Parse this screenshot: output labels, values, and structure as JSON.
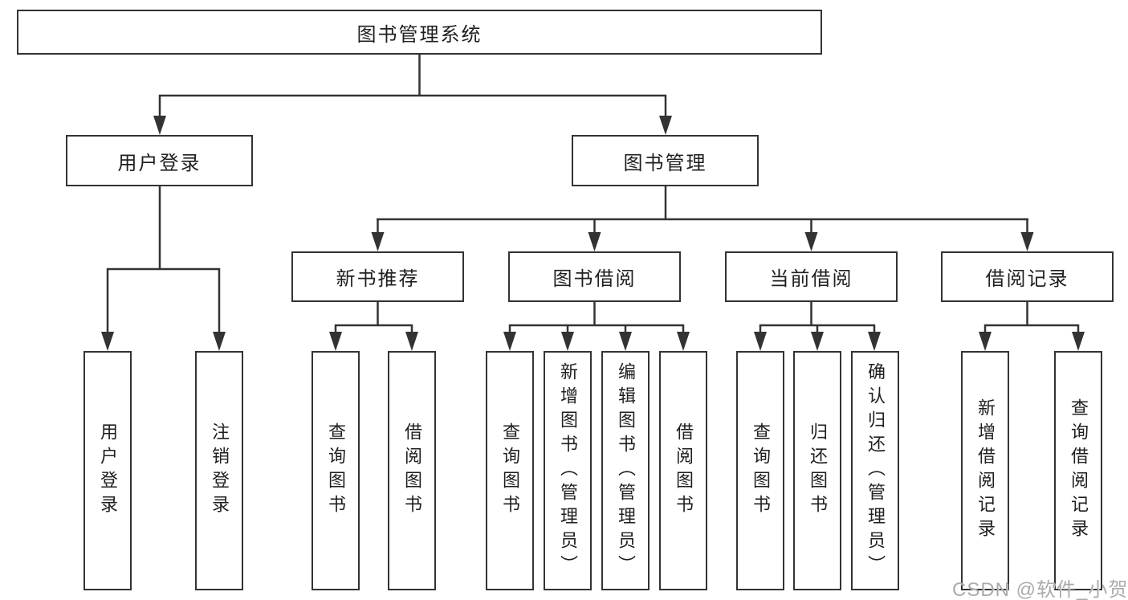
{
  "diagram_type": "hierarchy-tree",
  "colors": {
    "line": "#333333",
    "box_border": "#333333",
    "text": "#1f1f1f",
    "background": "#ffffff",
    "watermark": "#ababab"
  },
  "tree": {
    "label": "图书管理系统",
    "children": [
      {
        "label": "用户登录",
        "children": [
          {
            "label": "用户登录"
          },
          {
            "label": "注销登录"
          }
        ]
      },
      {
        "label": "图书管理",
        "children": [
          {
            "label": "新书推荐",
            "children": [
              {
                "label": "查询图书"
              },
              {
                "label": "借阅图书"
              }
            ]
          },
          {
            "label": "图书借阅",
            "children": [
              {
                "label": "查询图书"
              },
              {
                "label": "新增图书（管理员）"
              },
              {
                "label": "编辑图书（管理员）"
              },
              {
                "label": "借阅图书"
              }
            ]
          },
          {
            "label": "当前借阅",
            "children": [
              {
                "label": "查询图书"
              },
              {
                "label": "归还图书"
              },
              {
                "label": "确认归还（管理员）"
              }
            ]
          },
          {
            "label": "借阅记录",
            "children": [
              {
                "label": "新增借阅记录"
              },
              {
                "label": "查询借阅记录"
              }
            ]
          }
        ]
      }
    ]
  },
  "watermark": {
    "text": "CSDN @软件_小贺同学"
  }
}
